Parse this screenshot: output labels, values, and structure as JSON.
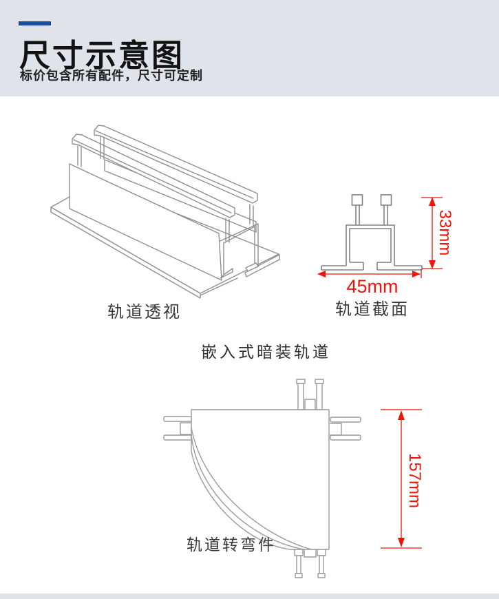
{
  "header": {
    "title": "尺寸示意图",
    "subtitle": "标价包含所有配件，尺寸可定制",
    "accent_color": "#1c4d9e",
    "band_color": "#e0e4ea"
  },
  "captions": {
    "perspective": "轨道透视",
    "section": "轨道截面",
    "center": "嵌入式暗装轨道",
    "corner": "轨道转弯件"
  },
  "dimensions": {
    "section_width": "45mm",
    "section_height": "33mm",
    "corner_height": "157mm"
  },
  "colors": {
    "dimension_red": "#f01408",
    "drawing_line_gray": "#8f8f8f"
  }
}
